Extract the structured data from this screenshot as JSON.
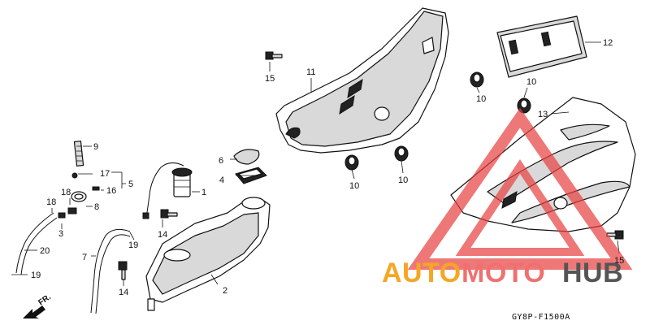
{
  "diagram": {
    "diagram_code": "GY8P-F1500A",
    "direction_label": "FR.",
    "callouts": [
      {
        "id": "c1",
        "text": "1"
      },
      {
        "id": "c2",
        "text": "2"
      },
      {
        "id": "c3",
        "text": "3"
      },
      {
        "id": "c4",
        "text": "4"
      },
      {
        "id": "c5",
        "text": "5"
      },
      {
        "id": "c6",
        "text": "6"
      },
      {
        "id": "c7",
        "text": "7"
      },
      {
        "id": "c8",
        "text": "8"
      },
      {
        "id": "c9",
        "text": "9"
      },
      {
        "id": "c10a",
        "text": "10"
      },
      {
        "id": "c10b",
        "text": "10"
      },
      {
        "id": "c10c",
        "text": "10"
      },
      {
        "id": "c10d",
        "text": "10"
      },
      {
        "id": "c10e",
        "text": "10"
      },
      {
        "id": "c11",
        "text": "11"
      },
      {
        "id": "c12",
        "text": "12"
      },
      {
        "id": "c13",
        "text": "13"
      },
      {
        "id": "c14a",
        "text": "14"
      },
      {
        "id": "c14b",
        "text": "14"
      },
      {
        "id": "c15a",
        "text": "15"
      },
      {
        "id": "c15b",
        "text": "15"
      },
      {
        "id": "c16",
        "text": "16"
      },
      {
        "id": "c17",
        "text": "17"
      },
      {
        "id": "c18a",
        "text": "18"
      },
      {
        "id": "c18b",
        "text": "18"
      },
      {
        "id": "c19a",
        "text": "19"
      },
      {
        "id": "c19b",
        "text": "19"
      },
      {
        "id": "c20",
        "text": "20"
      }
    ]
  },
  "watermark": {
    "word_1": "AUTO",
    "word_2": "MOTO",
    "word_3": "HUB",
    "colors": {
      "orange": "#f5a623",
      "red": "#f07070",
      "gray": "#555555",
      "triangle_red": "#e84040"
    }
  }
}
